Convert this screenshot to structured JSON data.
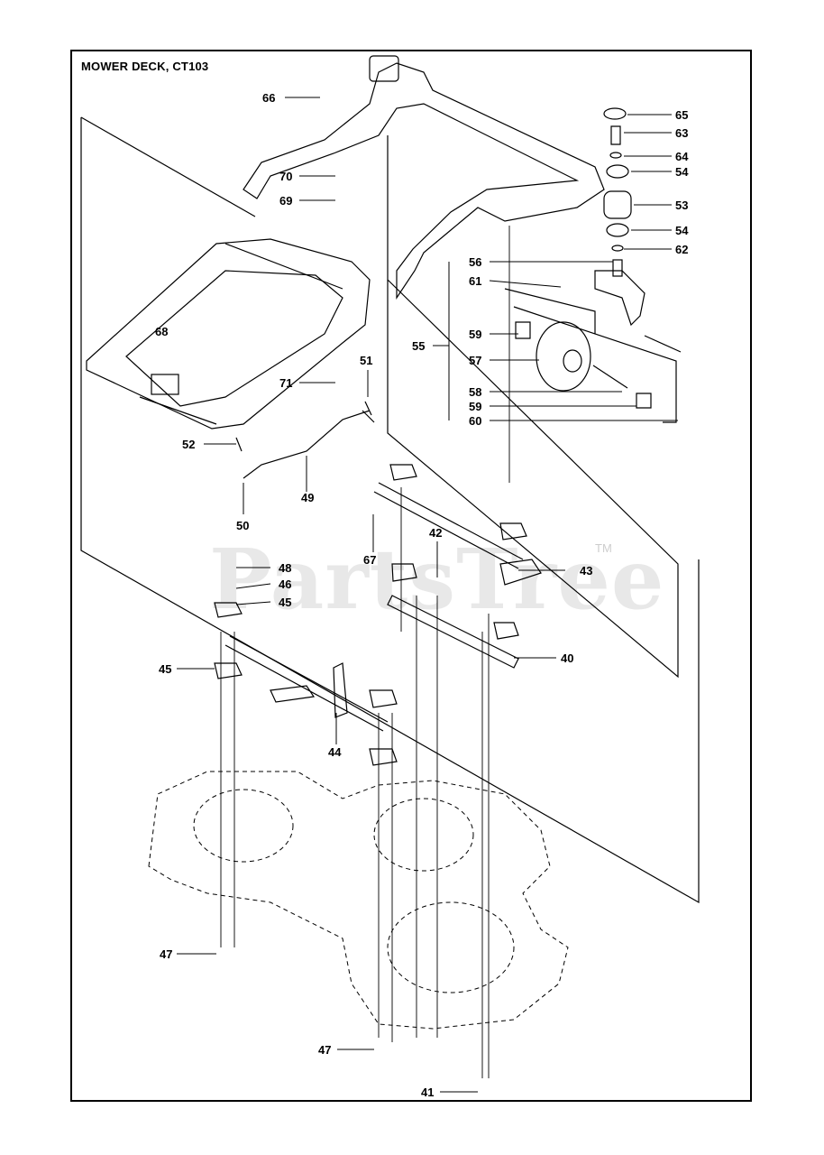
{
  "diagram": {
    "title": "MOWER DECK, CT103",
    "watermark": "PartsTree",
    "watermark_mark": "TM",
    "callouts": {
      "p40": "40",
      "p41": "41",
      "p42": "42",
      "p43": "43",
      "p44": "44",
      "p45a": "45",
      "p45b": "45",
      "p46": "46",
      "p47a": "47",
      "p47b": "47",
      "p48": "48",
      "p49": "49",
      "p50": "50",
      "p51": "51",
      "p52": "52",
      "p53": "53",
      "p54a": "54",
      "p54b": "54",
      "p55": "55",
      "p56": "56",
      "p57": "57",
      "p58": "58",
      "p59a": "59",
      "p59b": "59",
      "p60": "60",
      "p61": "61",
      "p62": "62",
      "p63": "63",
      "p64": "64",
      "p65": "65",
      "p66": "66",
      "p67": "67",
      "p68": "68",
      "p69": "69",
      "p70": "70",
      "p71": "71"
    }
  }
}
